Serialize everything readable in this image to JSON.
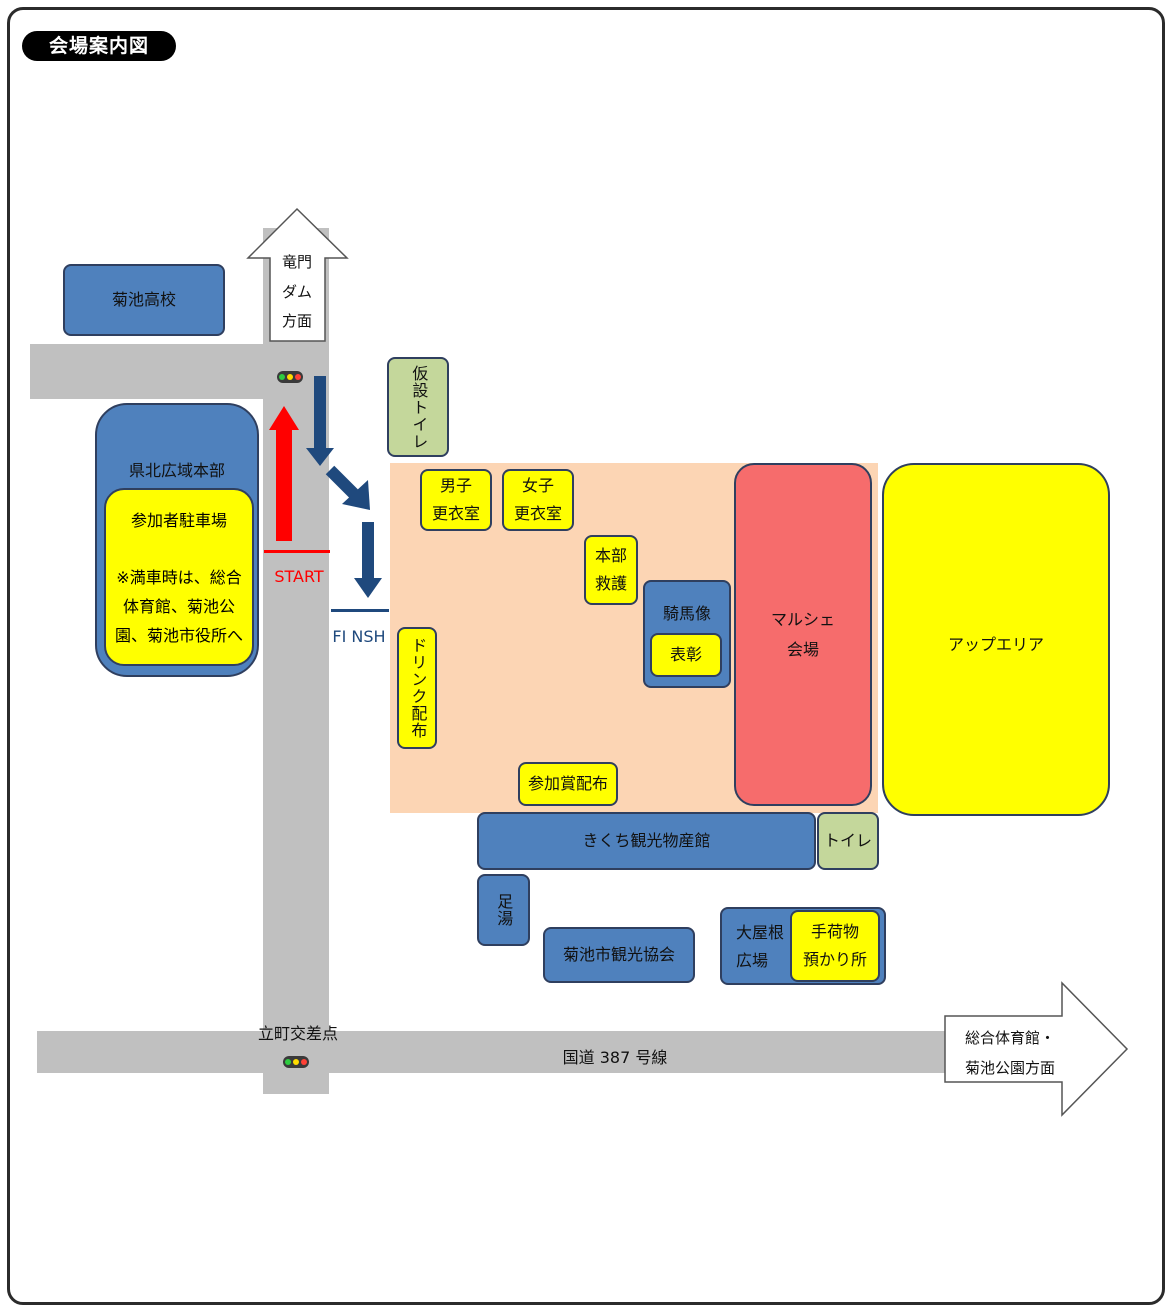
{
  "title": "会場案内図",
  "roads": {
    "national_route": "国道 387 号線",
    "intersection": "立町交差点"
  },
  "directions": {
    "north_sign": [
      "竜門",
      "ダム",
      "方面"
    ],
    "east_sign": [
      "総合体育館・",
      "菊池公園方面"
    ]
  },
  "course": {
    "start": "START",
    "finish": "FI NSH",
    "start_color": "#ff0000",
    "course_arrow_color": "#1f497d"
  },
  "buildings": {
    "kikuchi_high": "菊池高校",
    "kenboku": "県北広域本部",
    "parking_title": "参加者駐車場",
    "parking_note": [
      "※満車時は、総合",
      "体育館、菊池公",
      "園、菊池市役所へ"
    ],
    "temp_toilet": "仮設トイレ",
    "mens_changing": [
      "男子",
      "更衣室"
    ],
    "womens_changing": [
      "女子",
      "更衣室"
    ],
    "hq_first_aid": [
      "本部",
      "救護"
    ],
    "equestrian_statue": "騎馬像",
    "awards": "表彰",
    "drink": "ドリンク配布",
    "participation_prize": "参加賞配布",
    "marche": [
      "マルシェ",
      "会場"
    ],
    "up_area": "アップエリア",
    "kikuchi_kanko_bussankan": "きくち観光物産館",
    "toilet": "トイレ",
    "footbath": "足湯",
    "kanko_kyokai": "菊池市観光協会",
    "oyane": [
      "大屋根",
      "広場"
    ],
    "baggage": [
      "手荷物",
      "預かり所"
    ]
  },
  "colors": {
    "building_blue": "#4f81bd",
    "highlight_yellow": "#ffff00",
    "plaza": "#fcd5b4",
    "marche_red": "#f66c6c",
    "toilet_green": "#c4d79b",
    "road_gray": "#c0c0c0"
  }
}
